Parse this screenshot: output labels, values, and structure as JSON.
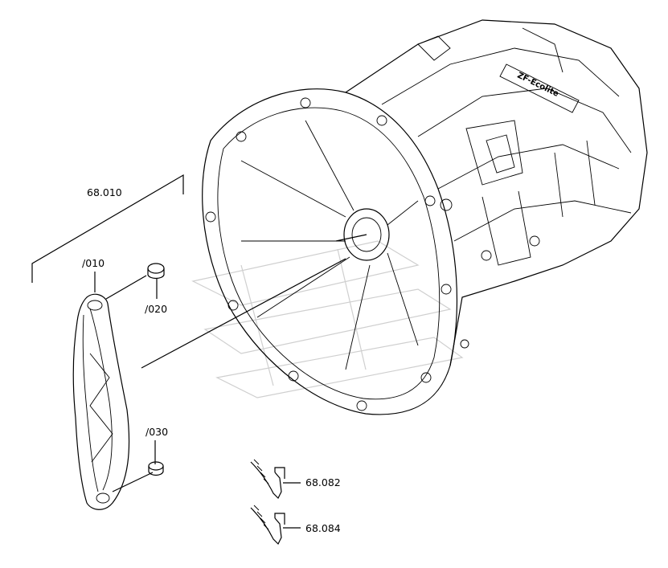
{
  "parts": {
    "assembly": {
      "code": "68.010"
    },
    "release_fork": {
      "code": "/010"
    },
    "pivot_cap_upper": {
      "code": "/020"
    },
    "pivot_cap_lower": {
      "code": "/030"
    },
    "spring_clip_a": {
      "code": "68.082"
    },
    "spring_clip_b": {
      "code": "68.084"
    }
  },
  "casting_text": "ZF-Ecolite"
}
